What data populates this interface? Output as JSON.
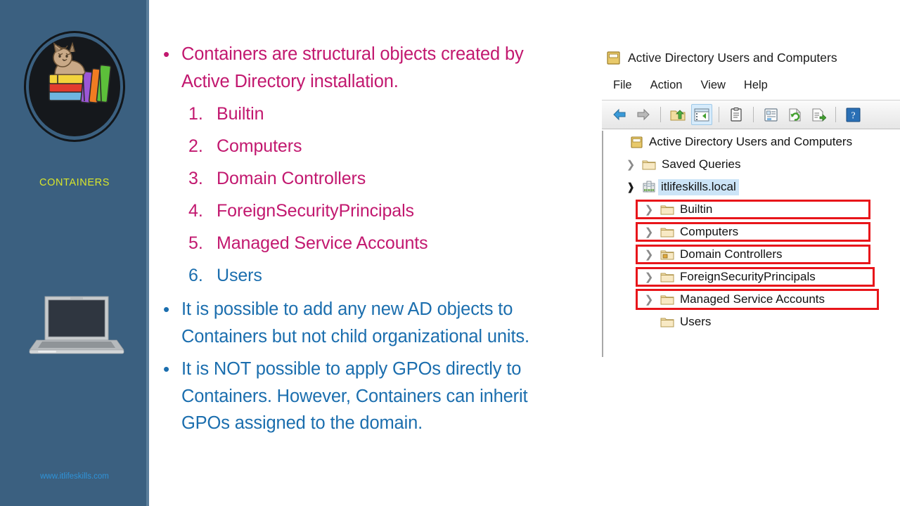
{
  "sidebar": {
    "logo_icon": "cat-on-books-logo",
    "section_label": "CONTAINERS",
    "device_icon": "laptop-illustration",
    "website": "www.itlifeskills.com",
    "bg_color": "#3b6080",
    "label_color": "#d9e62a",
    "url_color": "#2f93d8"
  },
  "content": {
    "accent_magenta": "#c2186f",
    "accent_blue": "#1b6eae",
    "bullet_glyph": "•",
    "bullets": [
      {
        "id": "containers-definition",
        "color": "magenta",
        "lines": [
          "Containers are structural objects created by",
          "Active Directory installation."
        ]
      },
      {
        "id": "add-objects",
        "color": "blue",
        "lines": [
          "It is possible to add any new AD objects to",
          "Containers but not child organizational units."
        ]
      },
      {
        "id": "gpo-note",
        "color": "blue",
        "lines": [
          "It is NOT possible to apply GPOs directly to",
          "Containers. However, Containers can inherit",
          "GPOs assigned to the domain."
        ]
      }
    ],
    "numbered_list": [
      {
        "index": "1.",
        "label": "Builtin",
        "color": "magenta"
      },
      {
        "index": "2.",
        "label": "Computers",
        "color": "magenta"
      },
      {
        "index": "3.",
        "label": "Domain Controllers",
        "color": "magenta"
      },
      {
        "index": "4.",
        "label": "ForeignSecurityPrincipals",
        "color": "magenta"
      },
      {
        "index": "5.",
        "label": "Managed Service Accounts",
        "color": "magenta"
      },
      {
        "index": "6.",
        "label": "Users",
        "color": "blue"
      }
    ]
  },
  "ad_window": {
    "title": "Active Directory Users and Computers",
    "title_icon": "console-window-icon",
    "menu": [
      "File",
      "Action",
      "View",
      "Help"
    ],
    "toolbar": [
      {
        "name": "back-arrow-icon",
        "active": false
      },
      {
        "name": "forward-arrow-icon",
        "active": false
      },
      {
        "name": "up-folder-icon",
        "active": false
      },
      {
        "name": "show-hide-console-tree-icon",
        "active": true
      },
      {
        "name": "properties-clipboard-icon",
        "active": false
      },
      {
        "name": "new-window-icon",
        "active": false
      },
      {
        "name": "refresh-icon",
        "active": false
      },
      {
        "name": "export-list-icon",
        "active": false
      },
      {
        "name": "help-icon",
        "active": false
      }
    ],
    "highlight_color": "#e8151a",
    "selection_color": "#cce4f7",
    "tree": [
      {
        "label": "Active Directory Users and Computers",
        "indent": 0,
        "chevron": "none",
        "icon": "console-root-icon",
        "highlighted": false,
        "selected": false
      },
      {
        "label": "Saved Queries",
        "indent": 1,
        "chevron": "collapsed",
        "icon": "folder-icon",
        "highlighted": false,
        "selected": false
      },
      {
        "label": "itlifeskills.local",
        "indent": 1,
        "chevron": "expanded",
        "icon": "domain-icon",
        "highlighted": false,
        "selected": true
      },
      {
        "label": "Builtin",
        "indent": 2,
        "chevron": "collapsed",
        "icon": "folder-icon",
        "highlighted": true,
        "selected": false
      },
      {
        "label": "Computers",
        "indent": 2,
        "chevron": "collapsed",
        "icon": "folder-icon",
        "highlighted": true,
        "selected": false
      },
      {
        "label": "Domain Controllers",
        "indent": 2,
        "chevron": "collapsed",
        "icon": "ou-folder-icon",
        "highlighted": true,
        "selected": false
      },
      {
        "label": "ForeignSecurityPrincipals",
        "indent": 2,
        "chevron": "collapsed",
        "icon": "folder-icon",
        "highlighted": true,
        "selected": false
      },
      {
        "label": "Managed Service Accounts",
        "indent": 2,
        "chevron": "collapsed",
        "icon": "folder-icon",
        "highlighted": true,
        "selected": false
      },
      {
        "label": "Users",
        "indent": 2,
        "chevron": "none",
        "icon": "folder-icon",
        "highlighted": false,
        "selected": false
      }
    ]
  }
}
